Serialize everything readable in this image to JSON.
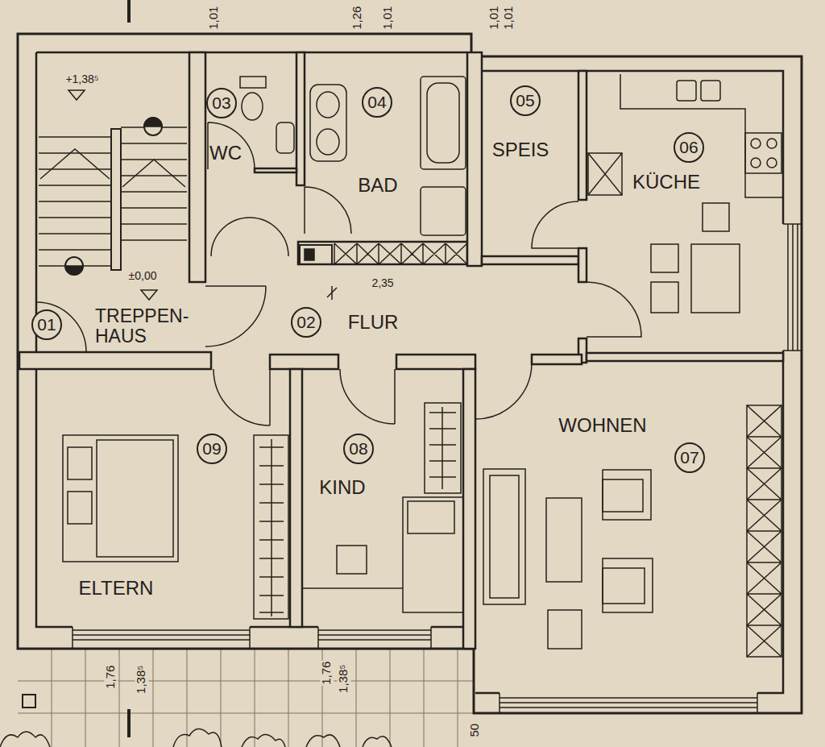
{
  "diagram": {
    "nodes": [
      {
        "text": [
          "01",
          "TREPPEN- HAUS"
        ]
      },
      {
        "text": [
          "02",
          "FLUR"
        ]
      },
      {
        "text": [
          "03",
          "WC"
        ]
      },
      {
        "text": [
          "04",
          "BAD"
        ]
      },
      {
        "text": [
          "05",
          "SPEIS"
        ]
      },
      {
        "text": [
          "06",
          "KÜCHE"
        ]
      },
      {
        "text": [
          "07",
          "WOHNEN"
        ]
      },
      {
        "text": [
          "08",
          "KIND"
        ]
      },
      {
        "text": [
          "09",
          "ELTERN"
        ]
      }
    ],
    "labels": [
      "+1,38⁵",
      "±0,00",
      "2,35",
      "1,01",
      "1,26",
      "1,01",
      "1,01",
      "1,01",
      "1,76",
      "1,38⁵",
      "1,76",
      "1,38⁵",
      "50"
    ]
  }
}
